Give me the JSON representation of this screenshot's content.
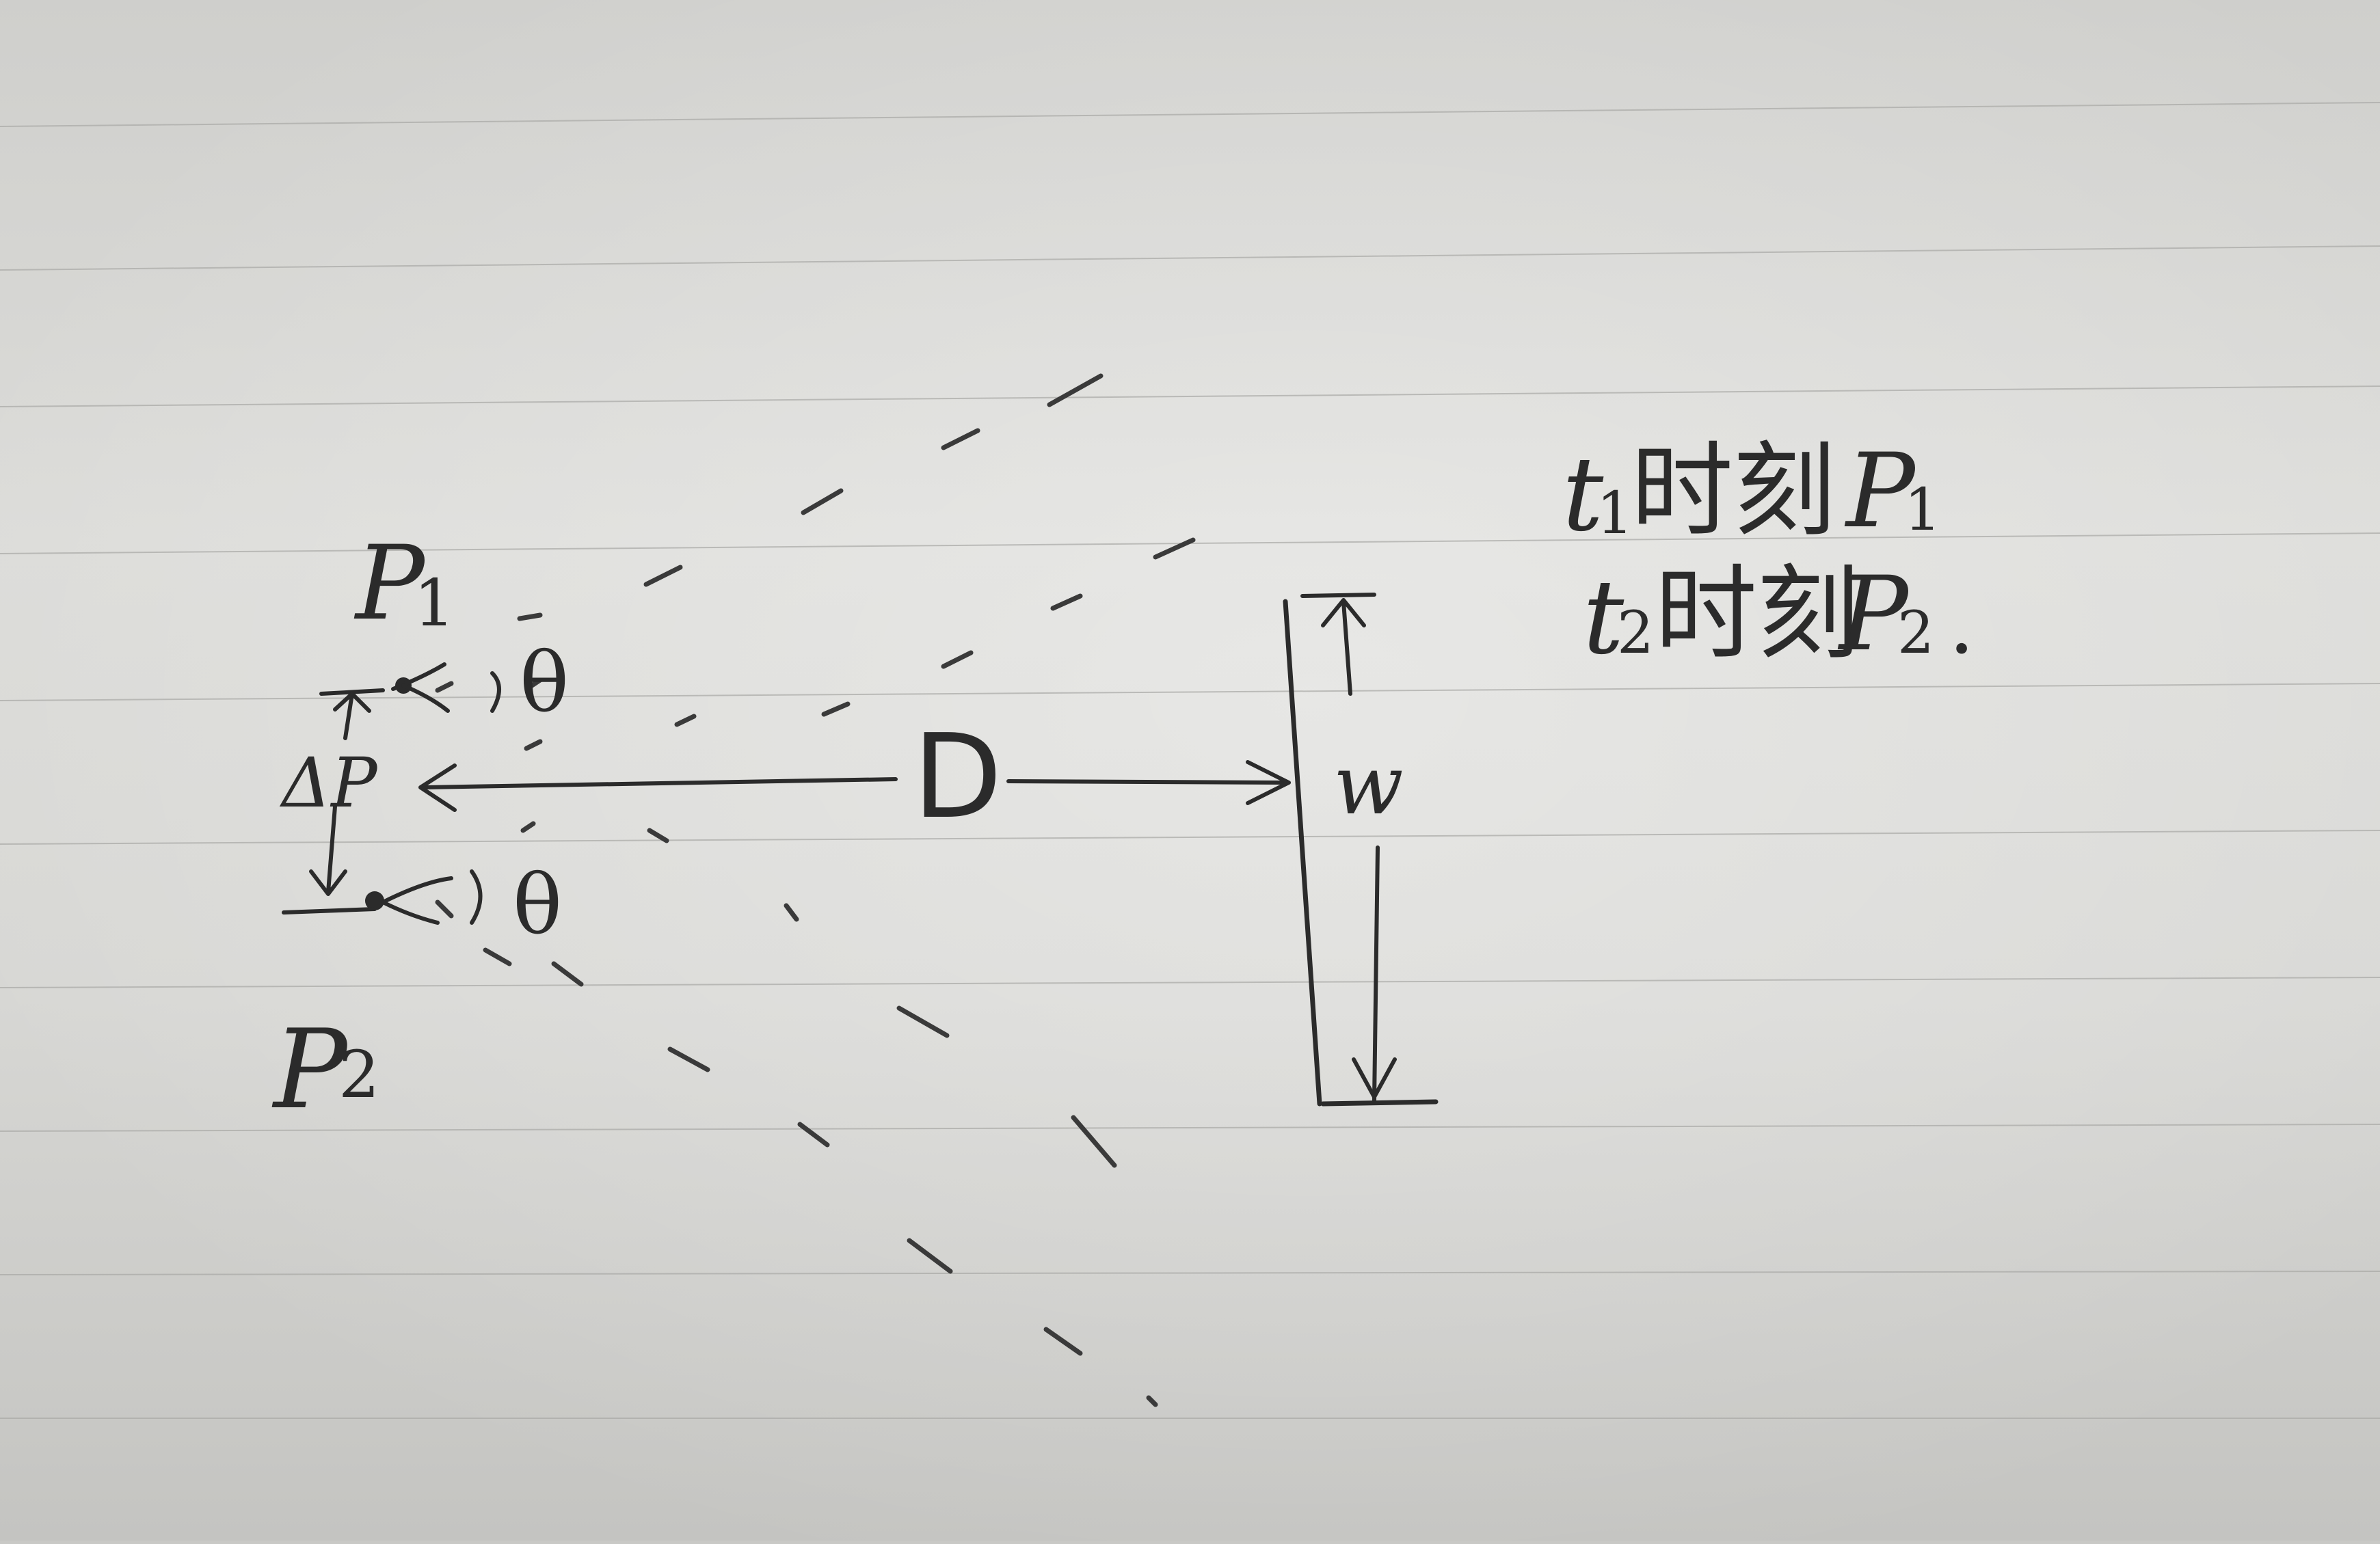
{
  "labels": {
    "p1": "P",
    "p1_sub": "1",
    "p2": "P",
    "p2_sub": "2",
    "theta_top": "θ",
    "theta_bottom": "θ",
    "delta_p": "ΔP",
    "distance": "D",
    "width": "w"
  },
  "notes": [
    {
      "t": "t",
      "t_sub": "1",
      "text": "时刻",
      "p": "P",
      "p_sub": "1",
      "end": ""
    },
    {
      "t": "t",
      "t_sub": "2",
      "text": "时刻",
      "p": "P",
      "p_sub": "2",
      "end": "."
    }
  ],
  "colors": {
    "ink": "#2b2b2b",
    "paper": "#d4d4d1"
  }
}
